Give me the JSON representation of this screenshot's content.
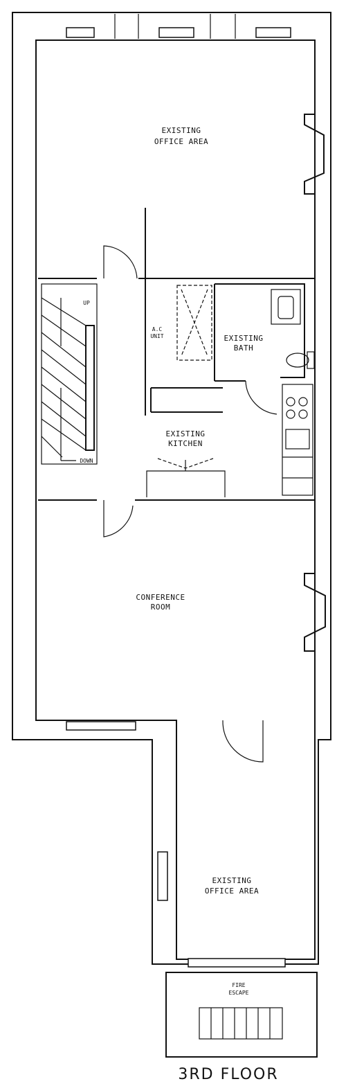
{
  "plan": {
    "title": "3RD FLOOR",
    "rooms": {
      "office_front": [
        "EXISTING",
        "OFFICE AREA"
      ],
      "ac_unit": [
        "A.C",
        "UNIT"
      ],
      "bath": [
        "EXISTING",
        "BATH"
      ],
      "kitchen": [
        "EXISTING",
        "KITCHEN"
      ],
      "conference": [
        "CONFERENCE",
        "ROOM"
      ],
      "office_rear": [
        "EXISTING",
        "OFFICE AREA"
      ],
      "fire_escape": [
        "FIRE",
        "ESCAPE"
      ]
    },
    "stair": {
      "up": "UP",
      "down": "DOWN"
    }
  }
}
